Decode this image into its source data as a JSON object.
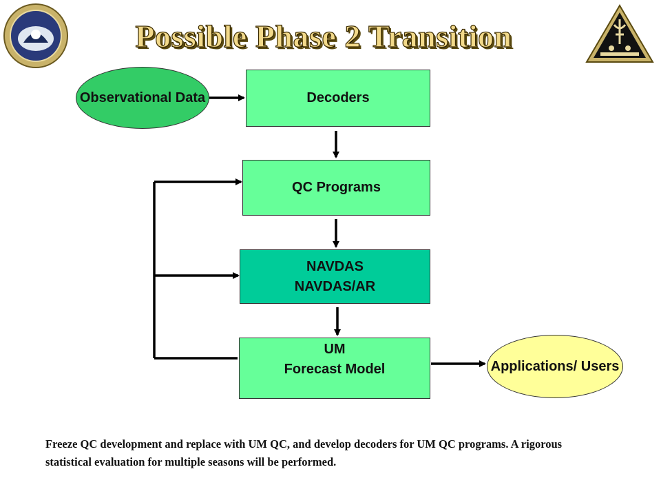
{
  "title": "Possible Phase 2 Transition",
  "nodes": {
    "observational_data": {
      "line1": "Observational",
      "line2": "Data"
    },
    "decoders": {
      "label": "Decoders"
    },
    "qc_programs": {
      "label": "QC Programs"
    },
    "navdas": {
      "line1": "NAVDAS",
      "line2": "NAVDAS/AR"
    },
    "um_forecast": {
      "line1": "UM",
      "line2": "Forecast Model"
    },
    "applications": {
      "line1": "Applications/",
      "line2": "Users"
    }
  },
  "footer": "Freeze QC development and replace with UM QC, and develop decoders for UM QC programs. A rigorous statistical evaluation for multiple seasons will be performed.",
  "colors": {
    "light_green": "#66ff99",
    "teal_green": "#00cc99",
    "ellipse_green": "#33cc66",
    "ellipse_yellow": "#ffff99"
  },
  "icons": [
    "left-seal-logo",
    "right-navmetoc-logo"
  ]
}
